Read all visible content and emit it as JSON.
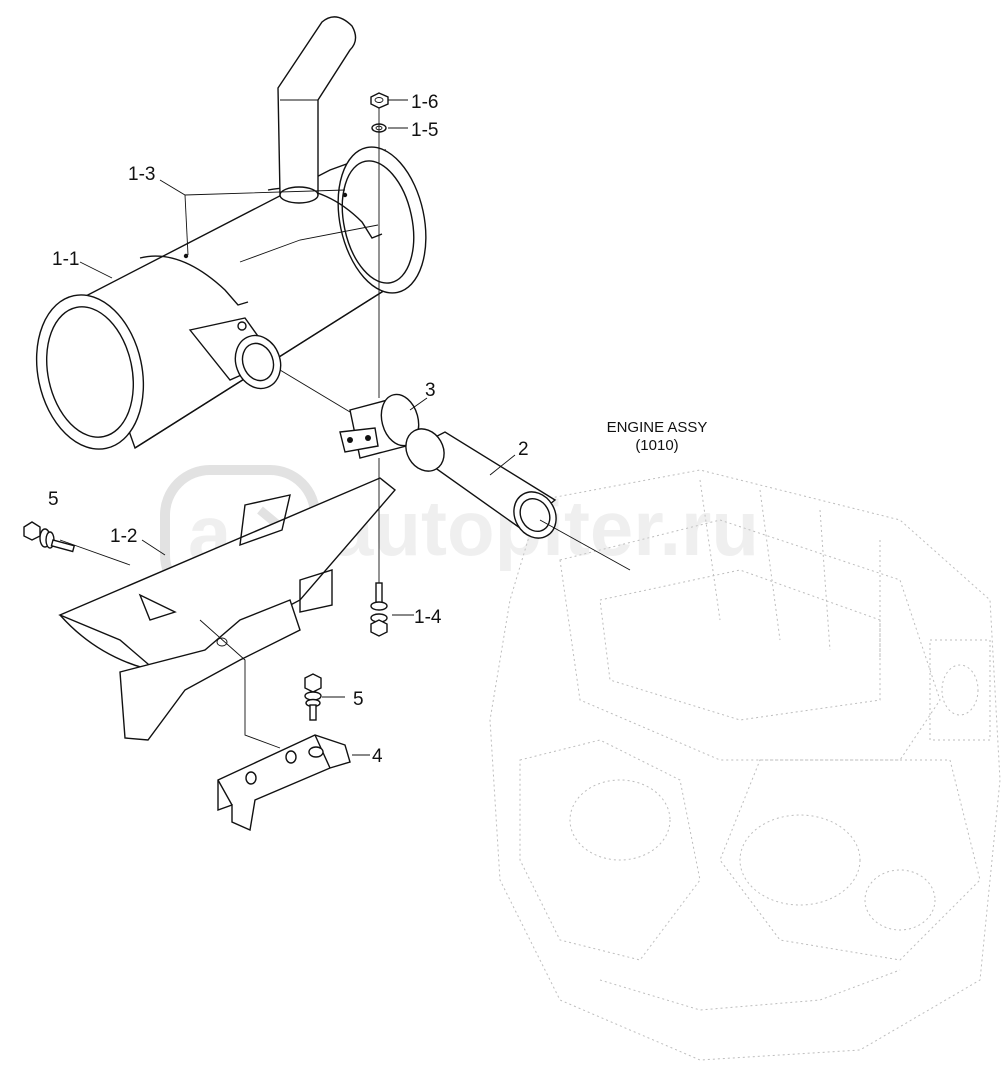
{
  "callouts": {
    "c1_6": "1-6",
    "c1_5": "1-5",
    "c1_3": "1-3",
    "c1_1": "1-1",
    "c3": "3",
    "c2": "2",
    "c5_left": "5",
    "c1_2": "1-2",
    "c1_4": "1-4",
    "c5_right": "5",
    "c4": "4"
  },
  "engine_reference": {
    "title": "ENGINE ASSY",
    "code": "(1010)"
  },
  "watermark": {
    "text": "autopiter.ru",
    "logo_letter": "a"
  },
  "colors": {
    "line": "#111111",
    "ghost_engine": "#bdbdbd",
    "watermark": "#cfcfcf"
  }
}
